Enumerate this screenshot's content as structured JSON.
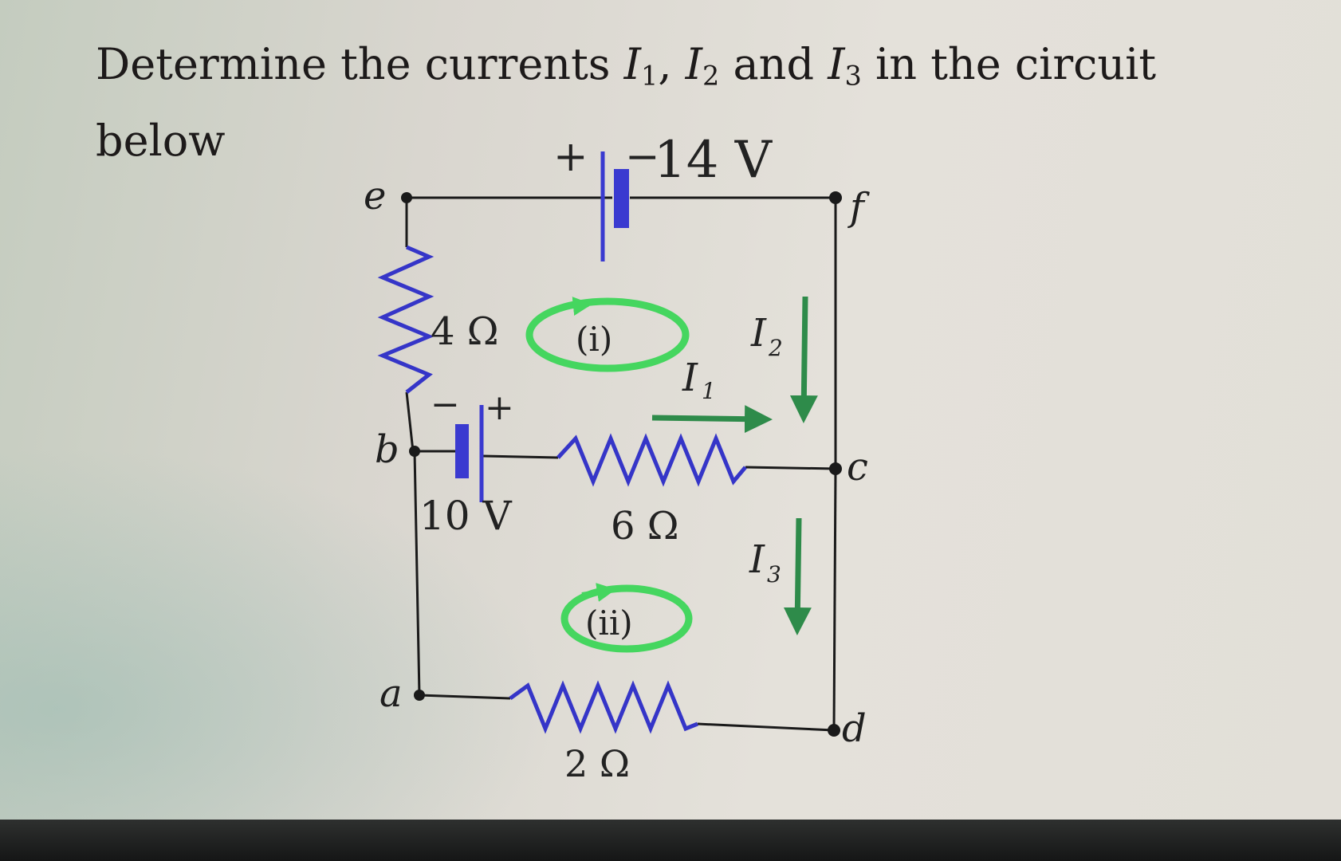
{
  "question": {
    "prefix": "Determine the currents",
    "current_symbol": "I",
    "sub1": "1",
    "sub2": "2",
    "sub3": "3",
    "sep": ",",
    "conj": "and",
    "suffix": "in the circuit below"
  },
  "circuit": {
    "nodes": {
      "a": "a",
      "b": "b",
      "c": "c",
      "d": "d",
      "e": "e",
      "f": "f"
    },
    "battery_top": {
      "voltage": "14 V",
      "plus": "+",
      "minus": "−"
    },
    "battery_mid": {
      "voltage": "10 V",
      "plus": "+",
      "minus": "−"
    },
    "resistor_left": "4 Ω",
    "resistor_mid": "6 Ω",
    "resistor_bottom": "2 Ω",
    "current_labels": {
      "symbol": "I",
      "i1": "1",
      "i2": "2",
      "i3": "3"
    },
    "loops": {
      "loop1": "(i)",
      "loop2": "(ii)"
    },
    "colors": {
      "wire": "#1a1a1a",
      "resistor": "#3535c8",
      "battery": "#3a3ad0",
      "arrow": "#2e8b4a",
      "loop": "#45d65f"
    }
  }
}
